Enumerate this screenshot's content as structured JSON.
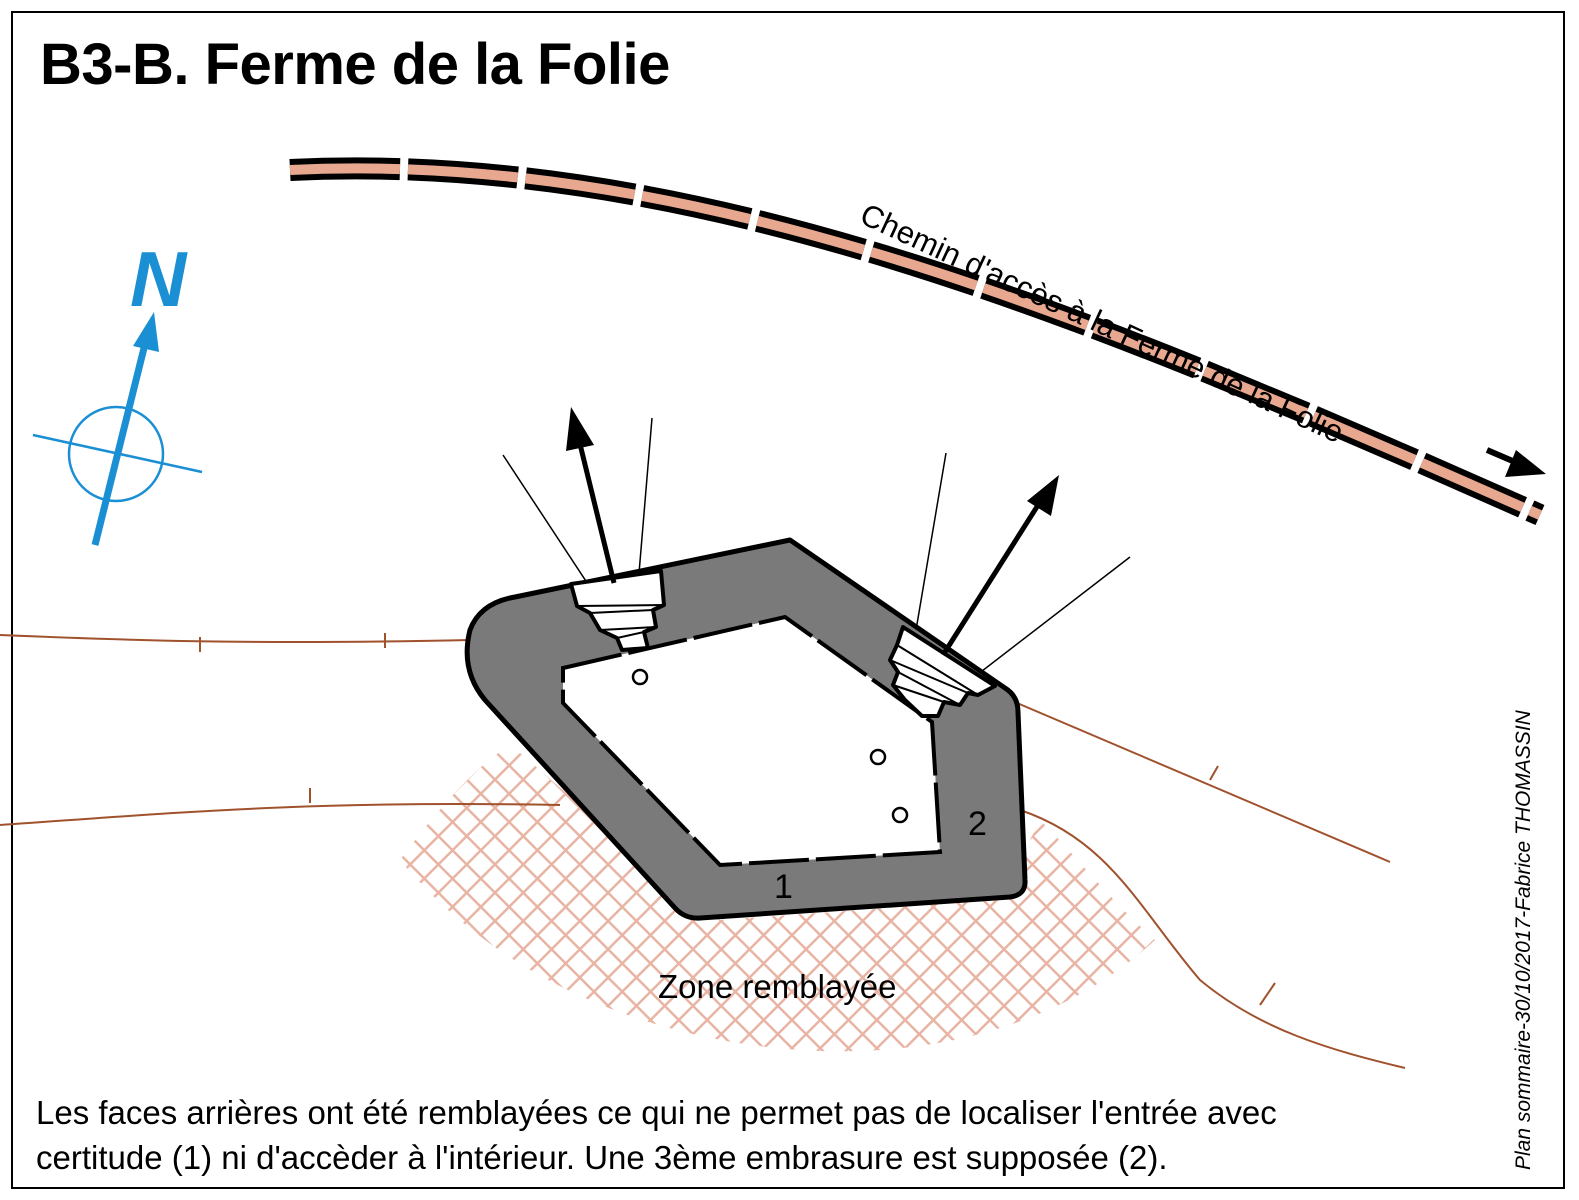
{
  "title": "B3-B. Ferme de la Folie",
  "road_label": "Chemin d'accès à la Ferme de la Folie",
  "north_label": "N",
  "zone_label": "Zone remblayée",
  "marker_1": "1",
  "marker_2": "2",
  "caption_line1": "Les faces arrières ont été remblayées ce qui ne permet pas de localiser l'entrée avec",
  "caption_line2": "certitude (1) ni d'accèder à l'intérieur. Une 3ème embrasure est supposée (2).",
  "credit": "Plan sommaire-30/10/2017-Fabrice THOMASSIN",
  "colors": {
    "bunker": "#7a7a7a",
    "road_fill": "#e8a890",
    "backfill_hatch": "#e8b4a4",
    "contour": "#a0522d",
    "north_arrow": "#1a8fd4"
  },
  "icons": [
    "north-arrow-icon",
    "compass-circle-icon",
    "direction-arrow-icon"
  ]
}
